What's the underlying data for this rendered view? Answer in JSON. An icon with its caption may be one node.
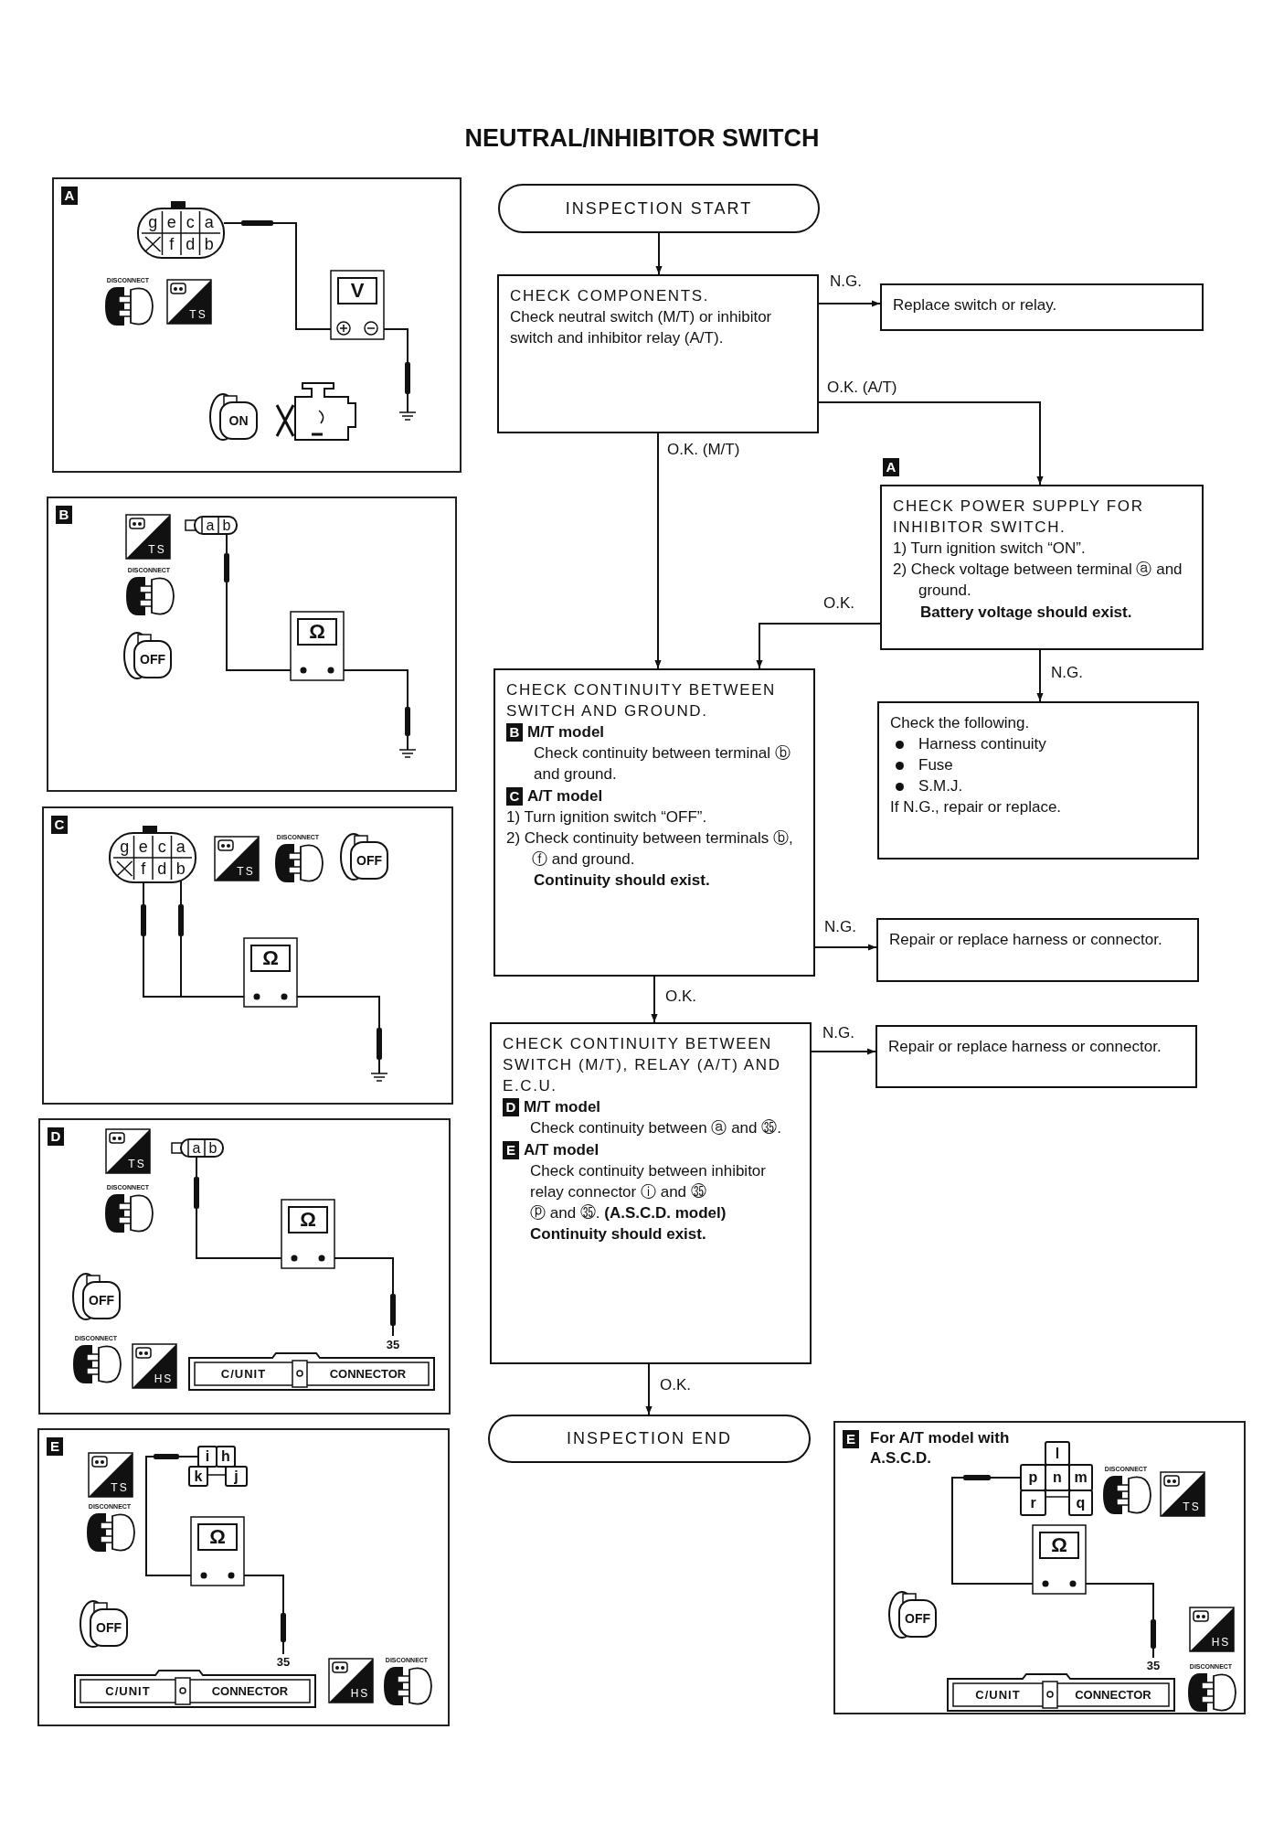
{
  "diagram": {
    "title": "NEUTRAL/INHIBITOR SWITCH",
    "nodes": [
      {
        "text": [
          "INSPECTION START"
        ]
      },
      {
        "text": [
          "CHECK COMPONENTS.",
          "Check neutral switch (M/T) or inhibitor switch and inhibitor relay (A/T)."
        ]
      },
      {
        "text": [
          "Replace switch or relay."
        ]
      },
      {
        "text": [
          "CHECK POWER SUPPLY FOR INHIBITOR SWITCH.",
          "1) Turn ignition switch “ON”.",
          "2) Check voltage between terminal ⓐ and ground.",
          "Battery voltage should exist."
        ],
        "beside": [
          "A"
        ]
      },
      {
        "text": [
          "Check the following.",
          "Harness continuity",
          "Fuse",
          "S.M.J.",
          "If N.G., repair or replace."
        ]
      },
      {
        "text": [
          "CHECK CONTINUITY BETWEEN SWITCH AND GROUND.",
          "B",
          "M/T model",
          "Check continuity between terminal ⓑ and ground.",
          "C",
          "A/T model",
          "1) Turn ignition switch “OFF”.",
          "2) Check continuity between terminals ⓑ, ⓕ and ground.",
          "Continuity should exist."
        ]
      },
      {
        "text": [
          "Repair or replace harness or connector."
        ]
      },
      {
        "text": [
          "CHECK CONTINUITY BETWEEN SWITCH (M/T), RELAY (A/T) AND E.C.U.",
          "D",
          "M/T model",
          "Check continuity between ⓐ and ㉟.",
          "E",
          "A/T model",
          "Check continuity between inhibitor relay connector ⓘ and ㉟",
          "ⓟ and ㉟. **(A.S.C.D. model)**",
          "Continuity should exist."
        ]
      },
      {
        "text": [
          "Repair or replace harness or connector."
        ]
      },
      {
        "text": [
          "INSPECTION END"
        ]
      },
      {
        "text": [
          "A"
        ]
      },
      {
        "text": [
          "B"
        ]
      },
      {
        "text": [
          "C"
        ]
      },
      {
        "text": [
          "D"
        ]
      },
      {
        "text": [
          "E"
        ]
      },
      {
        "text": [
          "E",
          "For A/T model with A.S.C.D."
        ]
      }
    ],
    "edges": [
      {
        "from": 0,
        "to": 1,
        "arrow": "to"
      },
      {
        "from": 1,
        "to": 2,
        "arrow": "to",
        "label": "N.G."
      },
      {
        "from": 1,
        "to": 3,
        "arrow": "to",
        "label": "O.K. (A/T)"
      },
      {
        "from": 1,
        "to": 5,
        "arrow": "to",
        "label": "O.K. (M/T)"
      },
      {
        "from": 3,
        "to": 5,
        "arrow": "to",
        "label": "O.K."
      },
      {
        "from": 3,
        "to": 4,
        "arrow": "to",
        "label": "N.G."
      },
      {
        "from": 5,
        "to": 6,
        "arrow": "to",
        "label": "N.G."
      },
      {
        "from": 5,
        "to": 7,
        "arrow": "to",
        "label": "O.K."
      },
      {
        "from": 7,
        "to": 8,
        "arrow": "to",
        "label": "N.G."
      },
      {
        "from": 7,
        "to": 9,
        "arrow": "to",
        "label": "O.K."
      }
    ],
    "labels": [
      "g",
      "e",
      "c",
      "a",
      "f",
      "d",
      "b",
      "DISCONNECT",
      "TS",
      "V",
      "ON",
      "TS",
      "a",
      "b",
      "DISCONNECT",
      "Ω",
      "OFF",
      "g",
      "e",
      "c",
      "a",
      "f",
      "d",
      "b",
      "TS",
      "DISCONNECT",
      "OFF",
      "Ω",
      "TS",
      "a",
      "b",
      "DISCONNECT",
      "Ω",
      "OFF",
      "DISCONNECT",
      "HS",
      "35",
      "C/UNIT",
      "CONNECTOR",
      "TS",
      "i",
      "h",
      "k",
      "j",
      "DISCONNECT",
      "Ω",
      "OFF",
      "35",
      "C/UNIT",
      "CONNECTOR",
      "HS",
      "DISCONNECT",
      "l",
      "p",
      "n",
      "m",
      "r",
      "q",
      "DISCONNECT",
      "TS",
      "Ω",
      "OFF",
      "HS",
      "35",
      "C/UNIT",
      "CONNECTOR",
      "DISCONNECT"
    ]
  }
}
